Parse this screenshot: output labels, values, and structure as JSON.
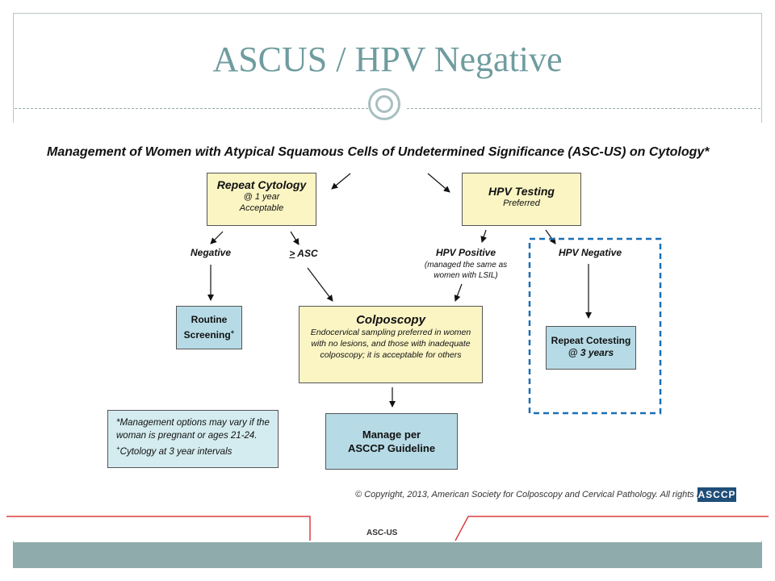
{
  "slide": {
    "title": "ASCUS / HPV Negative"
  },
  "diagram": {
    "heading": "Management of Women with Atypical Squamous Cells of Undetermined Significance (ASC-US) on Cytology*",
    "repeat_cytology": {
      "title": "Repeat Cytology",
      "line1": "@ 1 year",
      "line2": "Acceptable"
    },
    "hpv_testing": {
      "title": "HPV Testing",
      "line1": "Preferred"
    },
    "labels": {
      "negative": "Negative",
      "asc": "ASC",
      "asc_symbol": ">",
      "hpv_positive": "HPV Positive",
      "hpv_positive_note1": "(managed the same as",
      "hpv_positive_note2": "women with LSIL)",
      "hpv_negative": "HPV Negative"
    },
    "routine_screening": {
      "line1": "Routine",
      "line2": "Screening",
      "mark": "+"
    },
    "colposcopy": {
      "title": "Colposcopy",
      "line1": "Endocervical sampling preferred in women",
      "line2": "with no lesions, and those with inadequate",
      "line3": "colposcopy; it is acceptable for others"
    },
    "repeat_cotesting": {
      "line1": "Repeat Cotesting",
      "line2": "@ 3 years"
    },
    "manage_per": {
      "line1": "Manage per",
      "line2": "ASCCP Guideline"
    },
    "footnote": {
      "line1": "*Management options may vary if the",
      "line2": "woman is pregnant or ages 21-24.",
      "mark": "+",
      "line3": "Cytology at 3 year intervals"
    },
    "copyright": "© Copyright, 2013, American Society for Colposcopy and Cervical Pathology. All rights reserved.",
    "logo_text": "ASCCP",
    "footer_label": "ASC-US",
    "highlight_color": "#1a6fb5"
  }
}
